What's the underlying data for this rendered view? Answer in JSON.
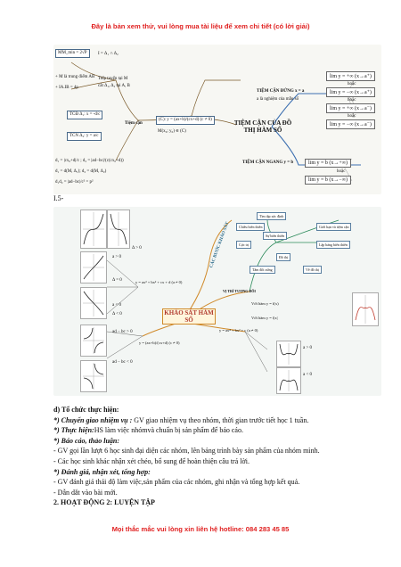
{
  "top_banner": "Đây là bản xem thử, vui lòng mua tài liệu để xem chi tiết (có lời giải)",
  "bottom_banner": "Mọi thắc mắc vui lòng xin liên hệ hotline: 084 283 45 85",
  "mindmap1": {
    "center": "TIỆM CẬN CỦA ĐỒ THỊ HÀM SỐ",
    "left_branch": "Tiệm cận",
    "formula_mmin": "MM_min = 2√P",
    "formula_i": "I = Δ₁ ∩ Δ₂",
    "note1": "+ M là trung điểm AB",
    "note2": "+ IA.IB = 4p",
    "note3": "Tiếp tuyến tại M",
    "note4": "cắt Δ₁, Δ₂ tại A, B",
    "tcd": "TCĐ Δ₁: x = -d/c",
    "tcn": "TCN Δ₂: y = a/c",
    "curve": "(C): y = (ax+b)/(cx+d) (c ≠ 0)",
    "point": "M(x₀; y₀) ∈ (C)",
    "dist1": "d₁ = |cx₀+d|/c ; d₂ = |ad−bc|/(c(cx₀+d))",
    "dist2": "d₁ = d(M, Δ₁); d₂ = d(M, Δ₂)",
    "dist3": "d₁d₂ = |ad−bc|/c² = p²",
    "vertical": "TIỆM CẬN ĐỨNG x = a",
    "vertical_note": "a là nghiệm của mẫu số",
    "horizontal": "TIỆM CẬN NGANG y = b",
    "lims_v": [
      "lim y = +∞ (x→a⁺)",
      "lim y = −∞ (x→a⁺)",
      "lim y = +∞ (x→a⁻)",
      "lim y = −∞ (x→a⁻)"
    ],
    "lims_v_or": "hoặc",
    "lims_h": [
      "lim y = b (x→+∞)",
      "lim y = b (x→−∞)"
    ]
  },
  "section_label": "I.5-",
  "mindmap2": {
    "center": "KHẢO SÁT HÀM SỐ",
    "top_title": "CÁC BƯỚC KHẢO SÁT",
    "steps": [
      "Tìm tập xác định",
      "Chiều biến thiên",
      "Giới hạn và tiệm cận",
      "Sự biến thiên",
      "Cực trị",
      "Lập bảng biến thiên",
      "Đồ thị",
      "Tâm đối xứng",
      "Vẽ đồ thị"
    ],
    "cubic": "y = ax³ + bx² + cx + d (a ≠ 0)",
    "quartic": "y = ax⁴ + bx² + c (a ≠ 0)",
    "rational": "y = (ax+b)/(cx+d) (c ≠ 0)",
    "cases_cubic": [
      "a > 0",
      "a < 0",
      "Δ > 0",
      "Δ = 0",
      "Δ < 0"
    ],
    "cases_rational": [
      "ad − bc > 0",
      "ad − bc < 0"
    ],
    "cases_quartic": [
      "a > 0",
      "a < 0"
    ],
    "relation": "VỊ TRÍ TƯƠNG ĐỐI",
    "func_a": "Với hàm y = f(x)",
    "func_b": "Với hàm y = f|x|"
  },
  "activity": {
    "heading": "d) Tổ chức thực hiện:",
    "line1_label": "*) Chuyển giao nhiệm vụ :",
    "line1_text": " GV giao nhiệm vụ theo nhóm, thời gian trước tiết học 1 tuần.",
    "line2_label": "*) Thực hiện:",
    "line2_text": "HS làm việc nhómvà chuẩn bị sản phẩm để báo cáo.",
    "line3_label": "*) Báo cáo, thảo luận:",
    "line4": "- GV gọi lần lượt 6 học sinh đại diện các nhóm, lên bảng trình bày sản phẩm của nhóm mình.",
    "line5": "- Các học sinh khác nhận xét chéo, bổ sung để hoàn thiện câu trả lời.",
    "line6_label": "*) Đánh giá, nhận xét, tổng hợp:",
    "line7": "- GV đánh giá thái độ làm việc,sản phẩm của các nhóm, ghi nhận và tổng hợp kết quả.",
    "line8": "- Dẫn dắt vào bài mới.",
    "line9": "2. HOẠT ĐỘNG 2:  LUYỆN TẬP"
  }
}
